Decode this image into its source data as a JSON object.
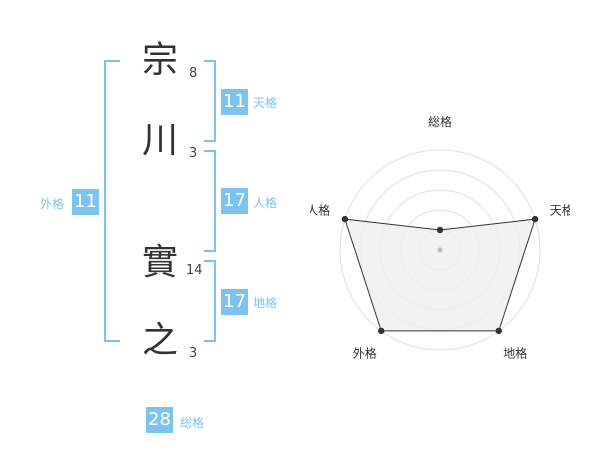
{
  "name_chars": [
    {
      "char": "宗",
      "strokes": "8"
    },
    {
      "char": "川",
      "strokes": "3"
    },
    {
      "char": "實",
      "strokes": "14"
    },
    {
      "char": "之",
      "strokes": "3"
    }
  ],
  "scores": {
    "tenkaku": {
      "value": "11",
      "label": "天格"
    },
    "jinkaku": {
      "value": "17",
      "label": "人格"
    },
    "chikaku": {
      "value": "17",
      "label": "地格"
    },
    "gaikaku": {
      "value": "11",
      "label": "外格"
    },
    "soukaku": {
      "value": "28",
      "label": "総格"
    }
  },
  "chart_data": {
    "type": "radar",
    "axes": [
      "総格",
      "天格",
      "地格",
      "外格",
      "人格"
    ],
    "values": [
      1,
      5,
      5,
      5,
      5
    ],
    "rlim": [
      0,
      5
    ],
    "rings": 5,
    "colors": {
      "fill": "#efefef",
      "line": "#333333",
      "grid": "#e0e0e0",
      "point": "#333333",
      "center": "#bbbbbb"
    }
  }
}
